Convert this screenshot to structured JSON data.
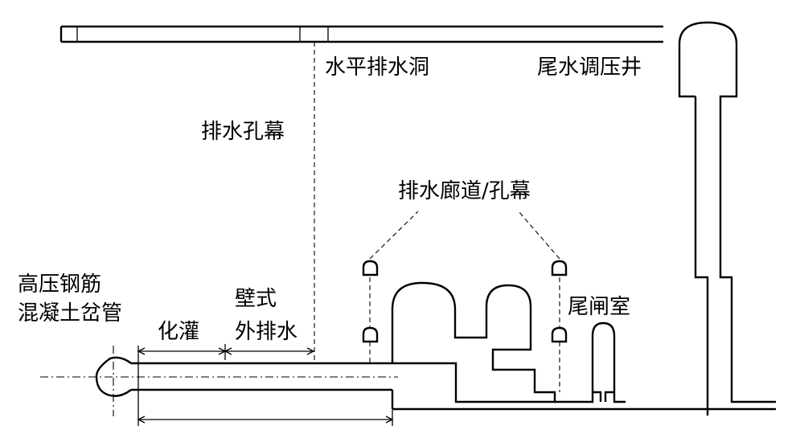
{
  "labels": {
    "horizontal_drainage_tunnel": "水平排水洞",
    "tailrace_surge_tank": "尾水调压井",
    "drainage_curtain": "排水孔幕",
    "drainage_gallery_curtain": "排水廊道/孔幕",
    "penstock_line1": "高压钢筋",
    "penstock_line2": "混凝土岔管",
    "chemical_grouting": "化灌",
    "wall_drain_line1": "壁式",
    "wall_drain_line2": "外排水",
    "tail_gate_chamber": "尾闸室"
  }
}
